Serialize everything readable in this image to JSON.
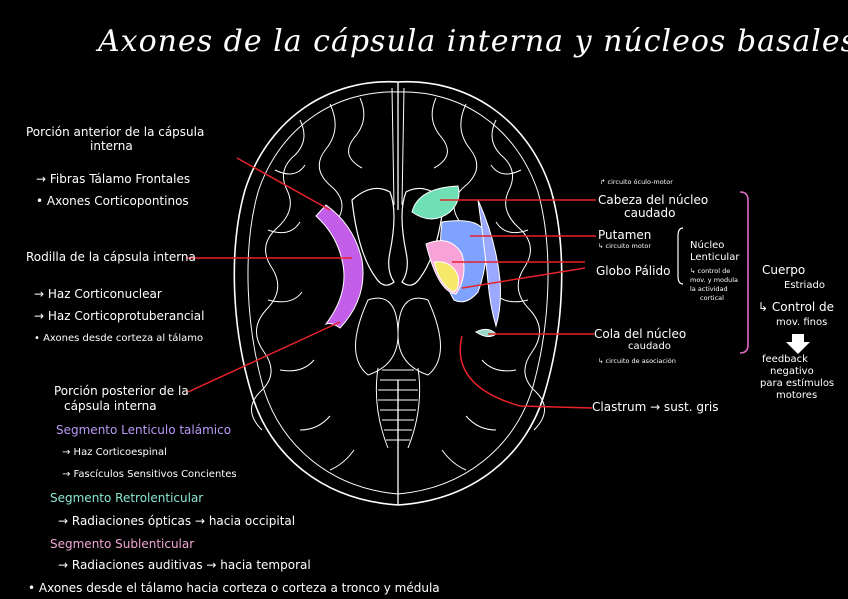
{
  "title": "Axones de la cápsula interna y núcleos basales",
  "left": {
    "anterior_title_1": "Porción anterior de la cápsula",
    "anterior_title_2": "interna",
    "anterior_items": [
      "→ Fibras Tálamo Frontales",
      "• Axones Corticopontinos"
    ],
    "rodilla_title": "Rodilla de la cápsula interna",
    "rodilla_items": [
      "→ Haz Corticonuclear",
      "→ Haz Corticoprotuberancial",
      "• Axones desde corteza al tálamo"
    ],
    "posterior_title_1": "Porción posterior de la",
    "posterior_title_2": "cápsula interna",
    "seg1": "Segmento Lenticulo talámico",
    "seg1_items": [
      "→ Haz Corticoespinal",
      "→ Fascículos Sensitivos Concientes"
    ],
    "seg2": "Segmento Retrolenticular",
    "seg2_items": [
      "→ Radiaciones ópticas → hacia occipital"
    ],
    "seg3": "Segmento Sublenticular",
    "seg3_items": [
      "→ Radiaciones auditivas → hacia temporal"
    ],
    "bottom": "• Axones desde el tálamo hacia corteza  o corteza a tronco y médula"
  },
  "right": {
    "circuito_oculo": "↱ circuito óculo-motor",
    "cabeza_1": "Cabeza del núcleo",
    "cabeza_2": "caudado",
    "putamen": "Putamen",
    "putamen_sub": "↳ circuito motor",
    "globo": "Globo Pálido",
    "nucleo_1": "Núcleo",
    "nucleo_2": "Lenticular",
    "nucleo_desc": [
      "↳ control de",
      "mov. y modula",
      "la actividad",
      "cortical"
    ],
    "cola_1": "Cola del núcleo",
    "cola_2": "caudado",
    "cola_sub": "↳ circuito de asociación",
    "claustro": "Clastrum → sust. gris",
    "cuerpo_1": "Cuerpo",
    "cuerpo_2": "Estriado",
    "control_1": "↳ Control de",
    "control_2": "mov. finos",
    "feedback": [
      "feedback",
      "negativo",
      "para estímulos",
      "motores"
    ]
  },
  "colors": {
    "pointer_line": "#e8232a",
    "capsula": "#c35ee8",
    "caudado_cabeza": "#6fe0b5",
    "putamen": "#7fa2ff",
    "globo_pallido": "#f7a3d8",
    "globo_interno": "#f6e96a",
    "cola_caudado": "#9ad8c8",
    "segmento_lenticulo": "#b99af5",
    "segmento_retro": "#8be7d2",
    "segmento_sub": "#f4a6d6",
    "bracket": "#e06ac7"
  }
}
